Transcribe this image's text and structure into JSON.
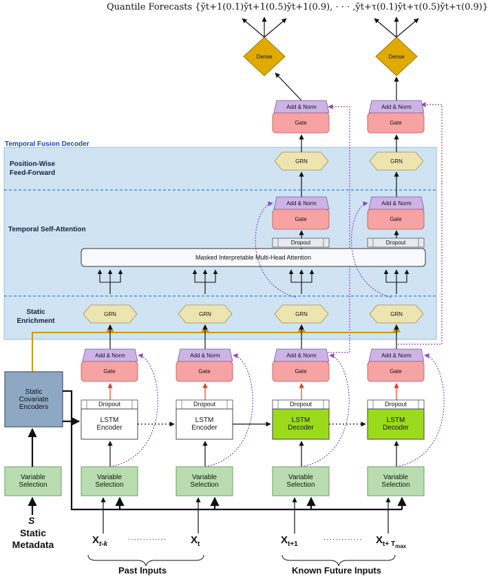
{
  "title": "Quantile Forecasts {ȳt+1(0.1)ȳt+1(0.5)ȳt+1(0.9), · · · ,ȳt+τ(0.1)ȳt+τ(0.5)ȳt+τ(0.9)}",
  "decoder_title": "Temporal Fusion Decoder",
  "bands": {
    "ffn": "Position-Wise\nFeed-Forward",
    "attention": "Temporal Self-Attention",
    "enrichment": "Static\nEnrichment"
  },
  "labels": {
    "dense": "Dense",
    "add_norm": "Add & Norm",
    "gate": "Gate",
    "grn": "GRN",
    "dropout": "Dropout",
    "mha": "Masked Interpretable Multi-Head Attention",
    "lstm_encoder": "LSTM\nEncoder",
    "lstm_decoder": "LSTM\nDecoder",
    "variable_selection": "Variable\nSelection",
    "static_encoders": "Static\nCovariate\nEncoders",
    "static_input": "S",
    "static_metadata": "Static\nMetadata"
  },
  "inputs": {
    "x_tk": "X",
    "x_tk_sub": "t-k",
    "x_t": "X",
    "x_t_sub": "t",
    "x_t1": "X",
    "x_t1_sub": "t+1",
    "x_tmax": "X",
    "x_tmax_sub": "t+ T",
    "x_tmax_subsub": "max",
    "ellipsis": "·············"
  },
  "groups": {
    "past": "Past Inputs",
    "future": "Known Future Inputs"
  },
  "colors": {
    "band_fill": "#cfe3f3",
    "band_border": "#9cbcd8",
    "band_divider": "#2f7fd4",
    "dense": "#e0aa00",
    "add_norm": "#cdb3e6",
    "gate": "#f7a3a3",
    "grn": "#ede4b0",
    "lstm_decoder": "#9bdb1c",
    "variable_selection": "#b9ddb0",
    "static_encoder": "#8ea8c4",
    "static_context": "#c89a10",
    "skip": "#8a46c8",
    "red_arrow": "#e23b2e",
    "decoder_title": "#1a3fd0"
  }
}
